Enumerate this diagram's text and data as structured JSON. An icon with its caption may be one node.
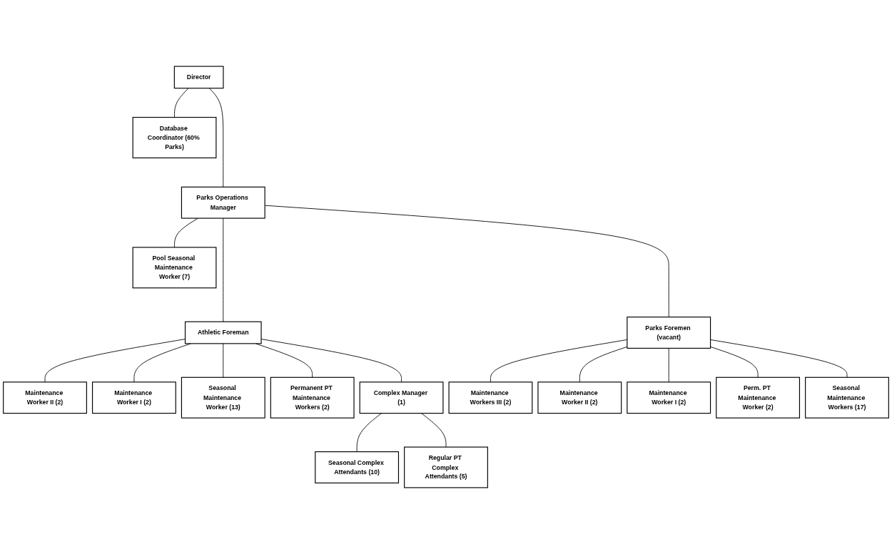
{
  "diagram": {
    "nodes": [
      {
        "text": [
          "Director"
        ]
      },
      {
        "text": [
          "Database Coordinator (60% Parks)"
        ]
      },
      {
        "text": [
          "Parks Operations Manager"
        ]
      },
      {
        "text": [
          "Athletic Foreman"
        ]
      },
      {
        "text": [
          "Parks Foremen (vacant)"
        ]
      },
      {
        "text": [
          "Pool Seasonal Maintenance Worker (7)"
        ]
      },
      {
        "text": [
          "Maintenance Worker II (2)"
        ]
      },
      {
        "text": [
          "Maintenance Worker I (2)"
        ]
      },
      {
        "text": [
          "Seasonal Maintenance Worker (13)"
        ]
      },
      {
        "text": [
          "Permanent PT Maintenance Workers (2)"
        ]
      },
      {
        "text": [
          "Complex Manager (1)"
        ]
      },
      {
        "text": [
          "Seasonal Complex Attendants (10)"
        ]
      },
      {
        "text": [
          "Regular PT Complex Attendants (5)"
        ]
      },
      {
        "text": [
          "Maintenance Workers III (2)"
        ]
      },
      {
        "text": [
          "Maintenance Worker II (2)"
        ]
      },
      {
        "text": [
          "Maintenance Worker I (2)"
        ]
      },
      {
        "text": [
          "Perm. PT Maintenance Worker (2)"
        ]
      },
      {
        "text": [
          "Seasonal Maintenance Workers (17)"
        ]
      }
    ],
    "edges": [
      {
        "from": 0,
        "to": 1,
        "arrow": "none"
      },
      {
        "from": 0,
        "to": 2,
        "arrow": "none"
      },
      {
        "from": 2,
        "to": 3,
        "arrow": "none"
      },
      {
        "from": 2,
        "to": 4,
        "arrow": "none"
      },
      {
        "from": 2,
        "to": 5,
        "arrow": "none"
      },
      {
        "from": 3,
        "to": 6,
        "arrow": "none"
      },
      {
        "from": 3,
        "to": 7,
        "arrow": "none"
      },
      {
        "from": 3,
        "to": 8,
        "arrow": "none"
      },
      {
        "from": 3,
        "to": 9,
        "arrow": "none"
      },
      {
        "from": 3,
        "to": 10,
        "arrow": "none"
      },
      {
        "from": 10,
        "to": 11,
        "arrow": "none"
      },
      {
        "from": 10,
        "to": 12,
        "arrow": "none"
      },
      {
        "from": 4,
        "to": 13,
        "arrow": "none"
      },
      {
        "from": 4,
        "to": 14,
        "arrow": "none"
      },
      {
        "from": 4,
        "to": 15,
        "arrow": "none"
      },
      {
        "from": 4,
        "to": 16,
        "arrow": "none"
      },
      {
        "from": 4,
        "to": 17,
        "arrow": "none"
      }
    ]
  }
}
